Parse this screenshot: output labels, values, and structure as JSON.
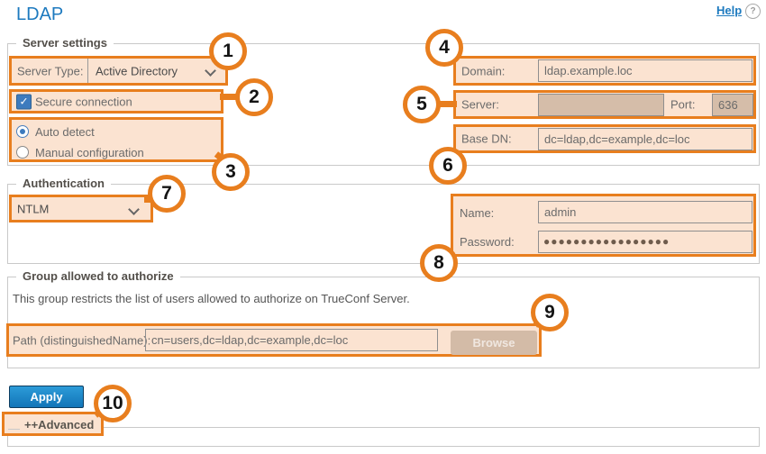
{
  "page": {
    "title": "LDAP",
    "help_label": "Help"
  },
  "icons": {
    "help_icon": "?",
    "checkmark": "✓"
  },
  "server_settings": {
    "legend": "Server settings",
    "server_type_label": "Server Type:",
    "server_type_value": "Active Directory",
    "secure_connection_label": "Secure connection",
    "auto_detect_label": "Auto detect",
    "manual_configuration_label": "Manual configuration",
    "domain_label": "Domain:",
    "domain_value": "ldap.example.loc",
    "server_label": "Server:",
    "server_value": "",
    "port_label": "Port:",
    "port_value": "636",
    "base_dn_label": "Base DN:",
    "base_dn_value": "dc=ldap,dc=example,dc=loc"
  },
  "authentication": {
    "legend": "Authentication",
    "method_value": "NTLM",
    "name_label": "Name:",
    "name_value": "admin",
    "password_label": "Password:",
    "password_value": "●●●●●●●●●●●●●●●●●"
  },
  "group": {
    "legend": "Group allowed to authorize",
    "description": "This group restricts the list of users allowed to authorize on TrueConf Server.",
    "path_label": "Path (distinguishedName):",
    "path_value": "cn=users,dc=ldap,dc=example,dc=loc",
    "browse_label": "Browse"
  },
  "actions": {
    "apply_label": "Apply",
    "advanced_label": "++Advanced"
  },
  "callouts": {
    "labels": [
      "1",
      "2",
      "3",
      "4",
      "5",
      "6",
      "7",
      "8",
      "9",
      "10"
    ]
  },
  "colors": {
    "highlight_border": "#e87e1e",
    "highlight_fill": "#fbe3d1",
    "link_blue": "#1d7abf",
    "apply_blue": "#1275b8",
    "disabled_tan": "#d5bda9"
  }
}
